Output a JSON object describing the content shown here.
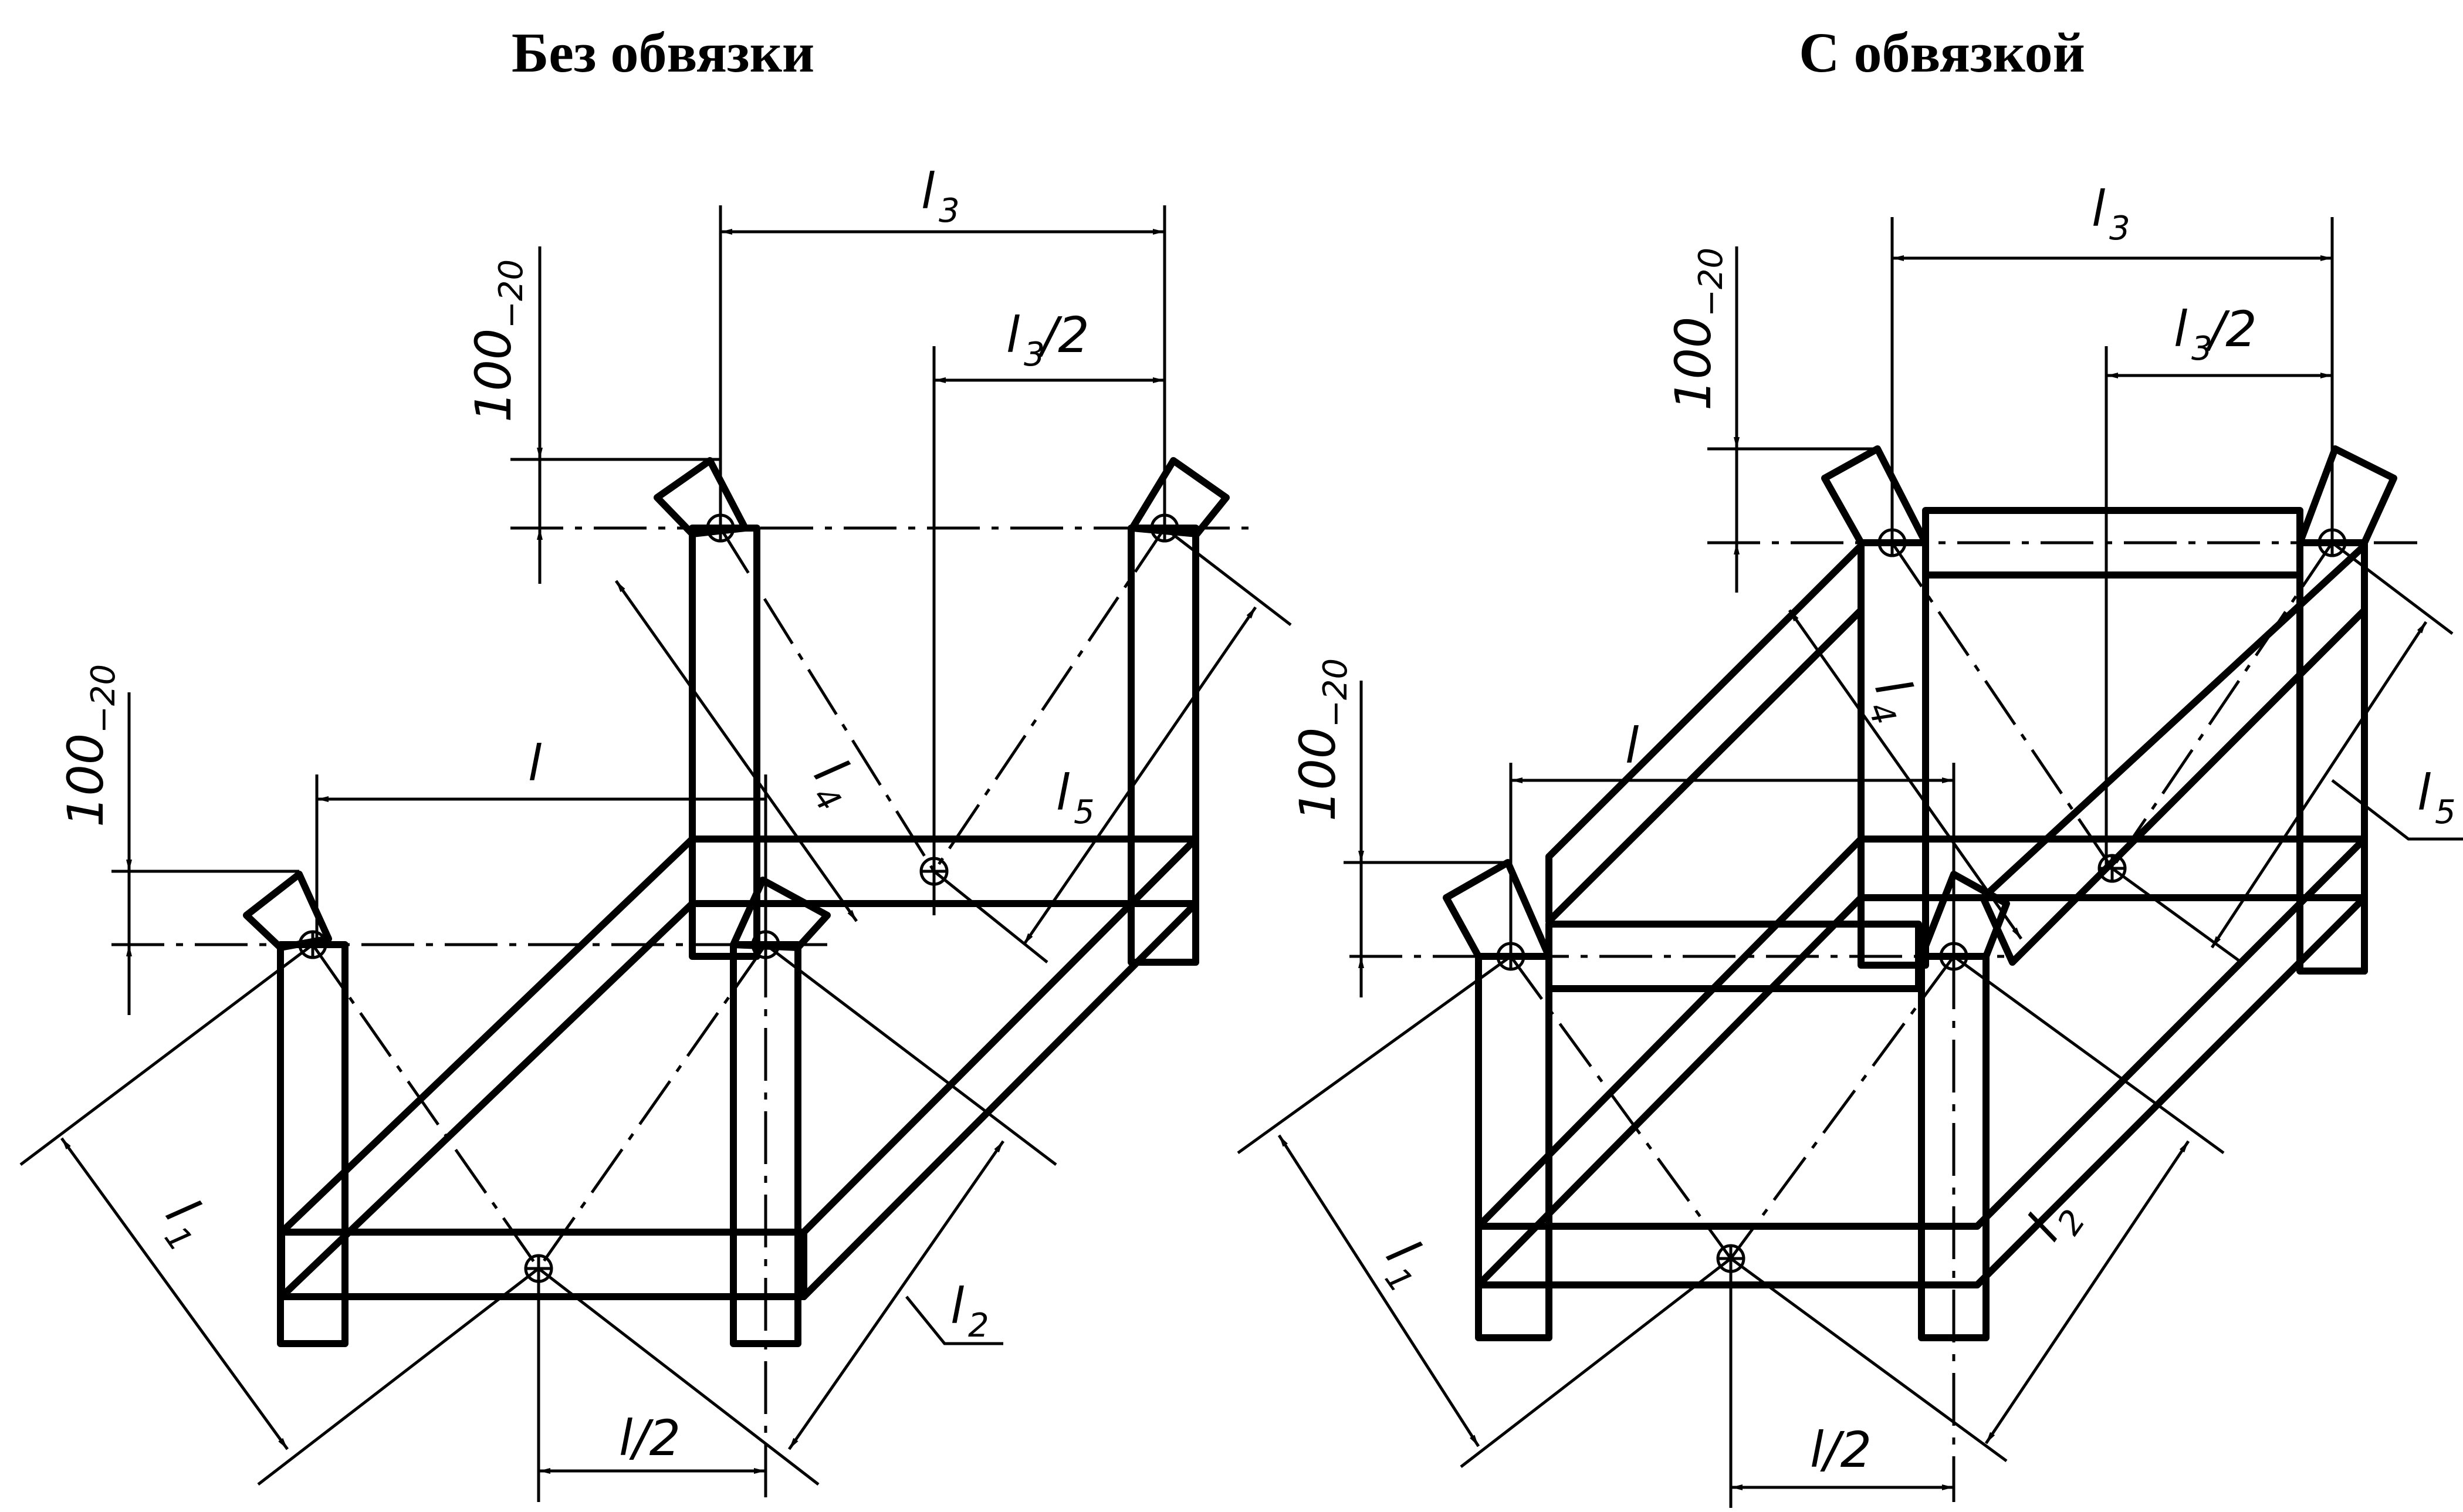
{
  "titles": {
    "left": "Без обвязки",
    "right": "С обвязкой"
  },
  "labels": {
    "l": "l",
    "l1": "l",
    "l1_sub": "1",
    "l2": "l",
    "l2_sub": "2",
    "l3": "l",
    "l3_sub": "3",
    "l3_half": "l",
    "l3_half_sub": "3",
    "l3_half_tail": "/2",
    "l4": "l",
    "l4_sub": "4",
    "l5": "l",
    "l5_sub": "5",
    "l_half": "l/2",
    "h100": "100",
    "h100_tol": "−20"
  }
}
